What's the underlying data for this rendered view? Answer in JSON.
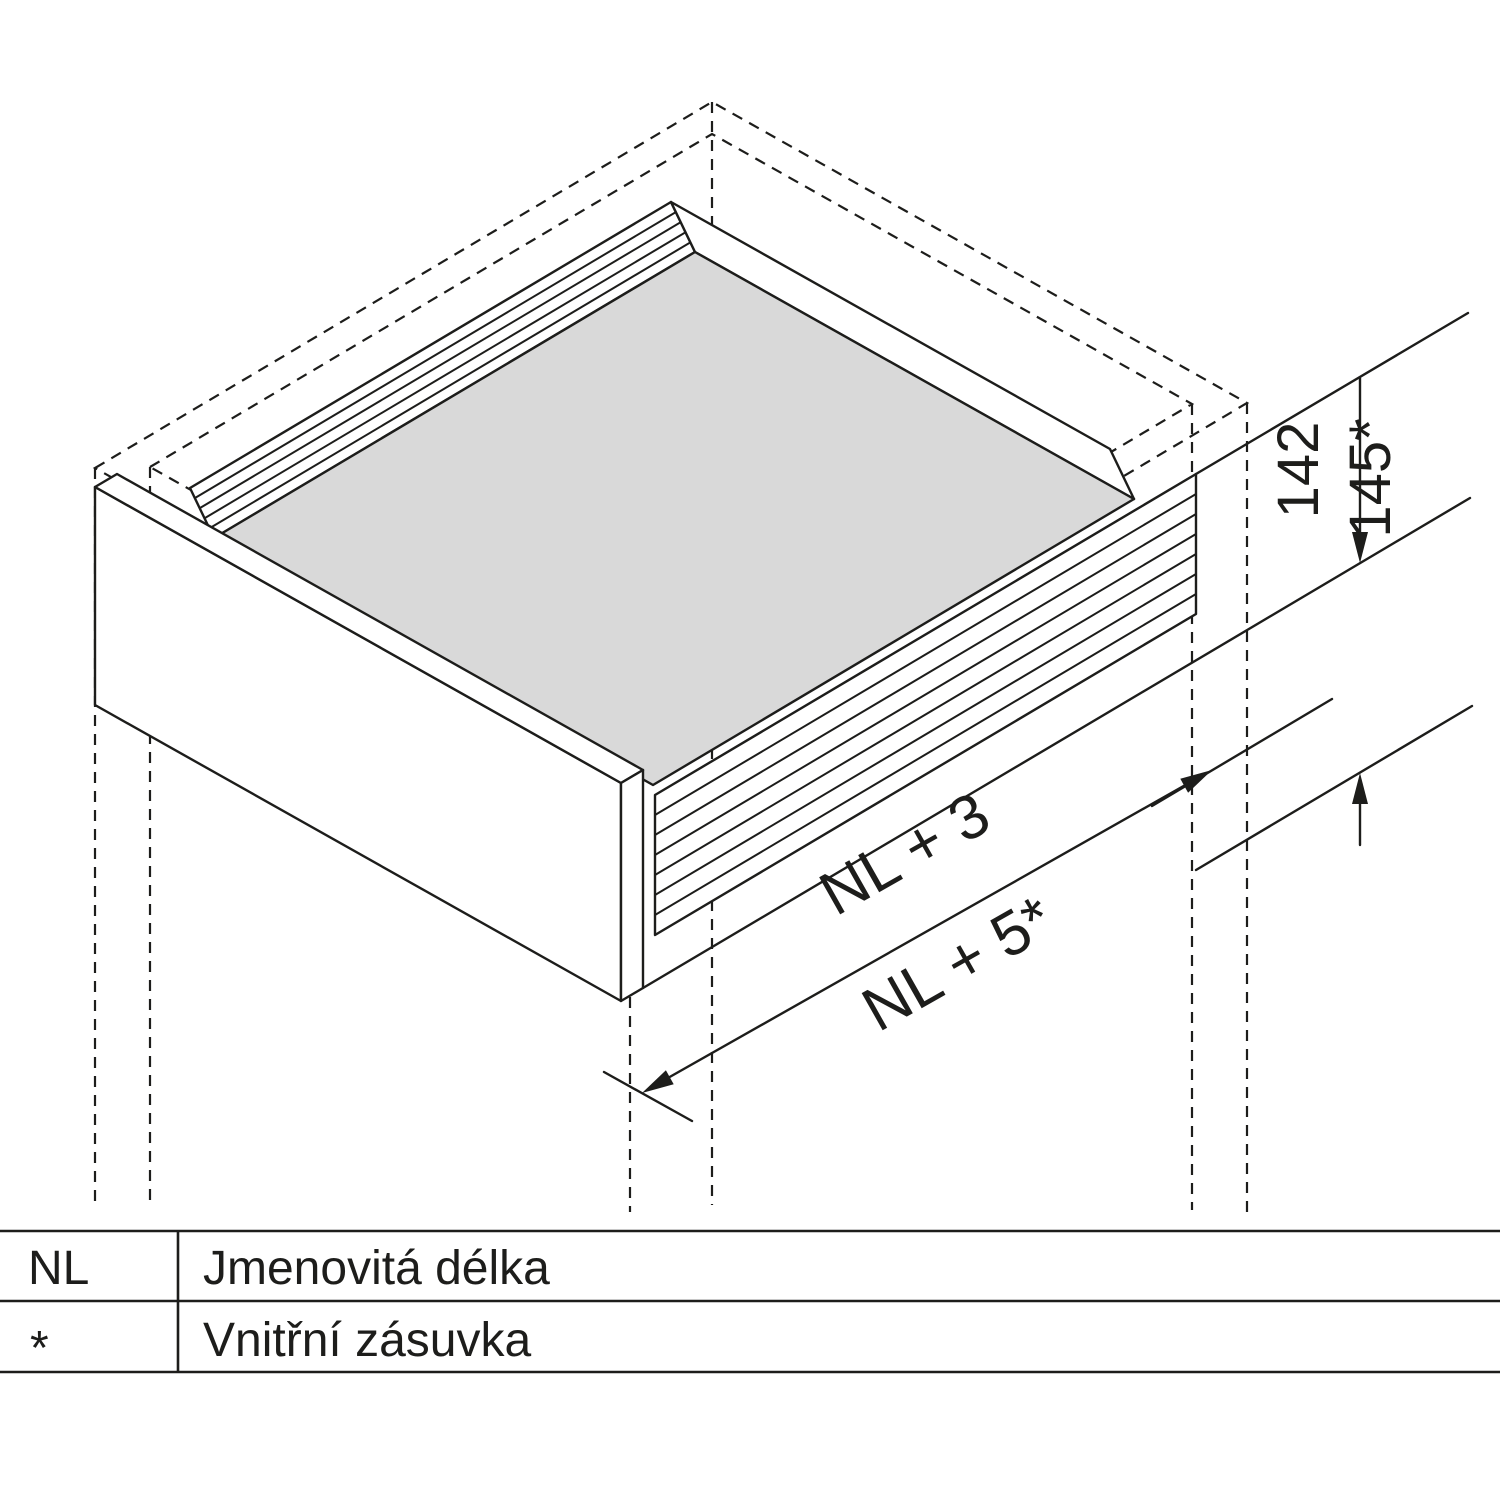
{
  "diagram": {
    "dim_height_primary": "142",
    "dim_height_inner": "145*",
    "dim_length_primary": "NL + 3",
    "dim_length_inner": "NL + 5*"
  },
  "legend": {
    "rows": [
      {
        "term": "NL",
        "definition": "Jmenovitá délka"
      },
      {
        "term": "*",
        "definition": "Vnitřní zásuvka"
      }
    ]
  },
  "colors": {
    "line": "#1d1d1b",
    "drawer_bottom_fill": "#d9d9d9",
    "background": "#ffffff"
  }
}
